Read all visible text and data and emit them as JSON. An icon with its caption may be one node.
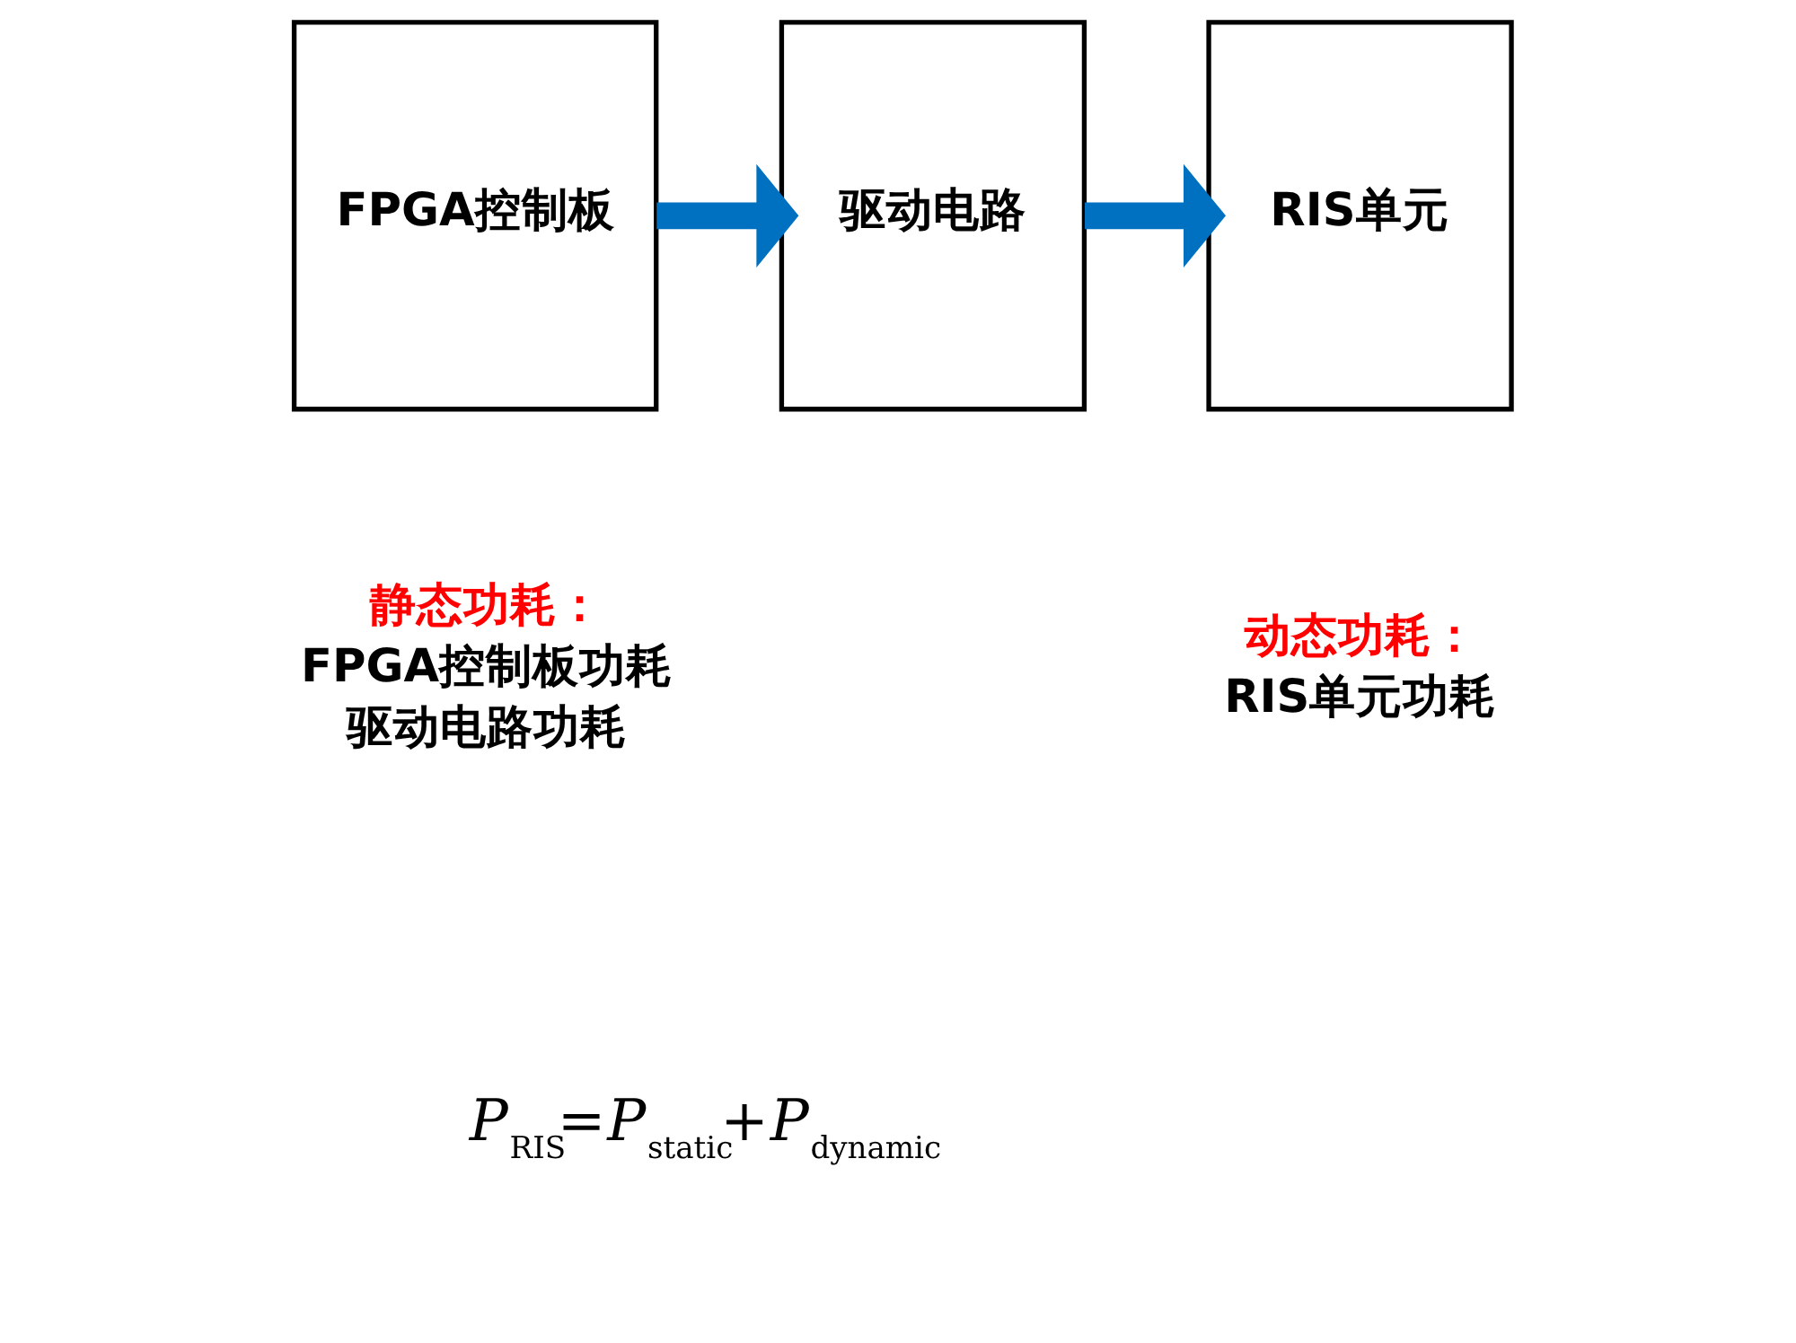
{
  "diagram": {
    "nodes": [
      {
        "text": [
          "FPGA控制板"
        ]
      },
      {
        "text": [
          "驱动电路"
        ]
      },
      {
        "text": [
          "RIS单元"
        ]
      }
    ],
    "edges": [
      {
        "from": 0,
        "to": 1,
        "arrow": "to"
      },
      {
        "from": 1,
        "to": 2,
        "arrow": "to"
      }
    ],
    "labels": [
      "静态功耗：",
      "FPGA控制板功耗",
      "驱动电路功耗",
      "动态功耗：",
      "RIS单元功耗",
      "*P*$_{RIS}$=*P*$_{static}$+*P*$_{dynamic}$"
    ]
  }
}
